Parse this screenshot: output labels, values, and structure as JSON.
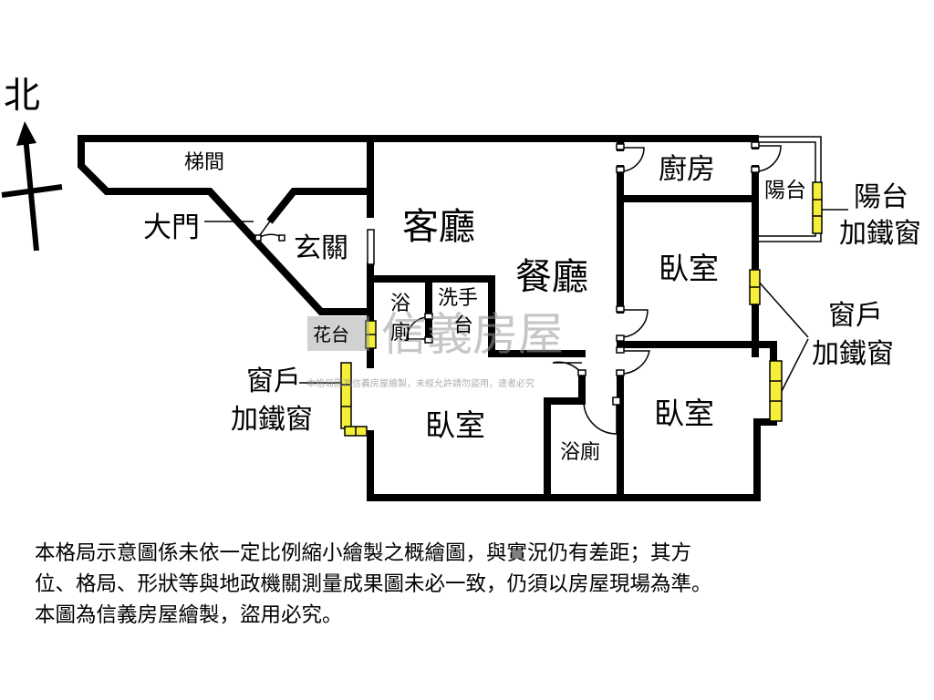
{
  "north": "北",
  "rooms": {
    "stairs": "梯間",
    "main_door": "大門",
    "entrance": "玄關",
    "living": "客廳",
    "dining": "餐廳",
    "kitchen": "廚房",
    "balcony": "陽台",
    "bedroom_ne": "臥室",
    "bedroom_e": "臥室",
    "bedroom_s": "臥室",
    "bath_1_top": "浴",
    "bath_1_bottom": "廁",
    "basin_top": "洗手",
    "basin_bottom": "台",
    "bath_2": "浴廁",
    "planter": "花台"
  },
  "annotations": {
    "balcony_window_1": "陽台",
    "balcony_window_2": "加鐵窗",
    "east_window_1": "窗戶",
    "east_window_2": "加鐵窗",
    "west_window_1": "窗戶",
    "west_window_2": "加鐵窗"
  },
  "watermark": {
    "brand": "信義房屋",
    "notice": "本格局圖為信義房屋繪製，未經允許請勿盜用，違者必究"
  },
  "disclaimer": [
    "本格局示意圖係未依一定比例縮小繪製之概繪圖，與實況仍有差距；其方",
    "位、格局、形狀等與地政機關測量成果圖未必一致，仍須以房屋現場為準。",
    "本圖為信義房屋繪製，盜用必究。"
  ],
  "colors": {
    "wall": "#000000",
    "window_fill": "#f5ef3a",
    "watermark": "#999999"
  }
}
